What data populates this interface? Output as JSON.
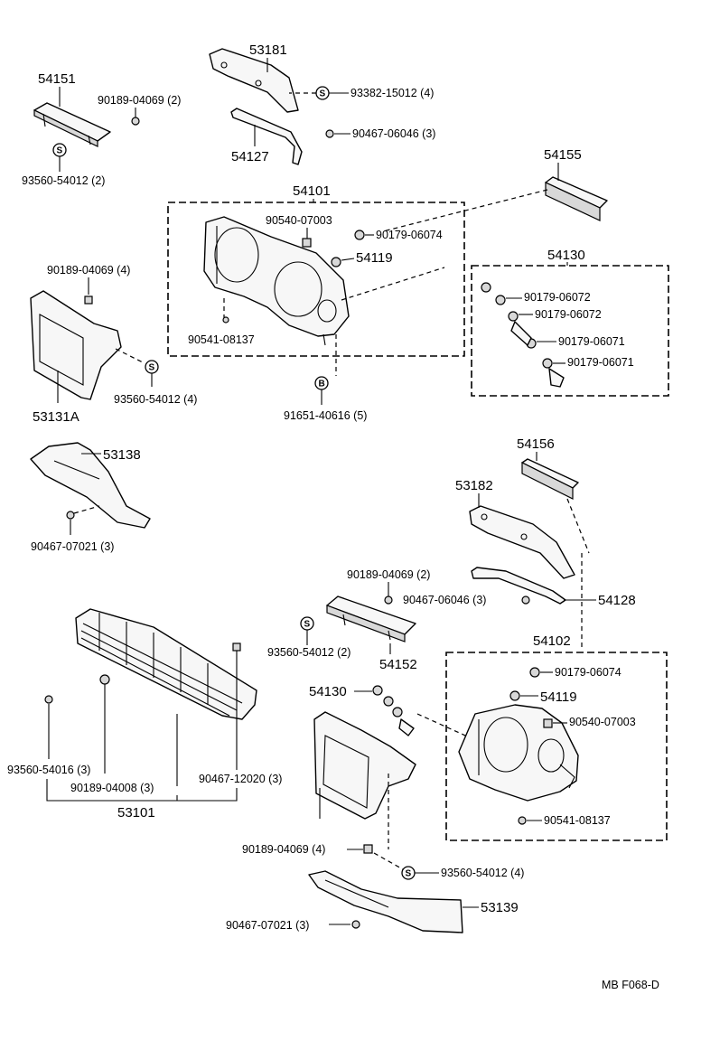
{
  "parts": {
    "p54151": "54151",
    "p90189_04069_2a": "90189-04069 (2)",
    "p93560_54012_2a": "93560-54012 (2)",
    "p53181": "53181",
    "p93382_15012_4": "93382-15012 (4)",
    "p54127": "54127",
    "p90467_06046_3a": "90467-06046 (3)",
    "p54155": "54155",
    "p54101": "54101",
    "p90540_07003a": "90540-07003",
    "p90179_06074a": "90179-06074",
    "p54119a": "54119",
    "p90541_08137a": "90541-08137",
    "p91651_40616_5": "91651-40616 (5)",
    "p54130a": "54130",
    "p90179_06072a": "90179-06072",
    "p90179_06072b": "90179-06072",
    "p90179_06071a": "90179-06071",
    "p90179_06071b": "90179-06071",
    "p90189_04069_4a": "90189-04069 (4)",
    "p93560_54012_4a": "93560-54012 (4)",
    "p53131A": "53131A",
    "p53138": "53138",
    "p90467_07021_3a": "90467-07021 (3)",
    "p54156": "54156",
    "p53182": "53182",
    "p90189_04069_2b": "90189-04069 (2)",
    "p90467_06046_3b": "90467-06046 (3)",
    "p54128": "54128",
    "p93560_54012_2b": "93560-54012 (2)",
    "p54152": "54152",
    "p54102": "54102",
    "p90179_06074b": "90179-06074",
    "p54119b": "54119",
    "p54130b": "54130",
    "p90540_07003b": "90540-07003",
    "p90541_08137b": "90541-08137",
    "p93560_54016_3": "93560-54016 (3)",
    "p90189_04008_3": "90189-04008 (3)",
    "p90467_12020_3": "90467-12020 (3)",
    "p53101": "53101",
    "p90189_04069_4b": "90189-04069 (4)",
    "p93560_54012_4b": "93560-54012 (4)",
    "p53139": "53139",
    "p90467_07021_3b": "90467-07021 (3)"
  },
  "symbols": {
    "s": "S",
    "b": "B"
  },
  "footer": {
    "code": "MB  F068-D"
  }
}
